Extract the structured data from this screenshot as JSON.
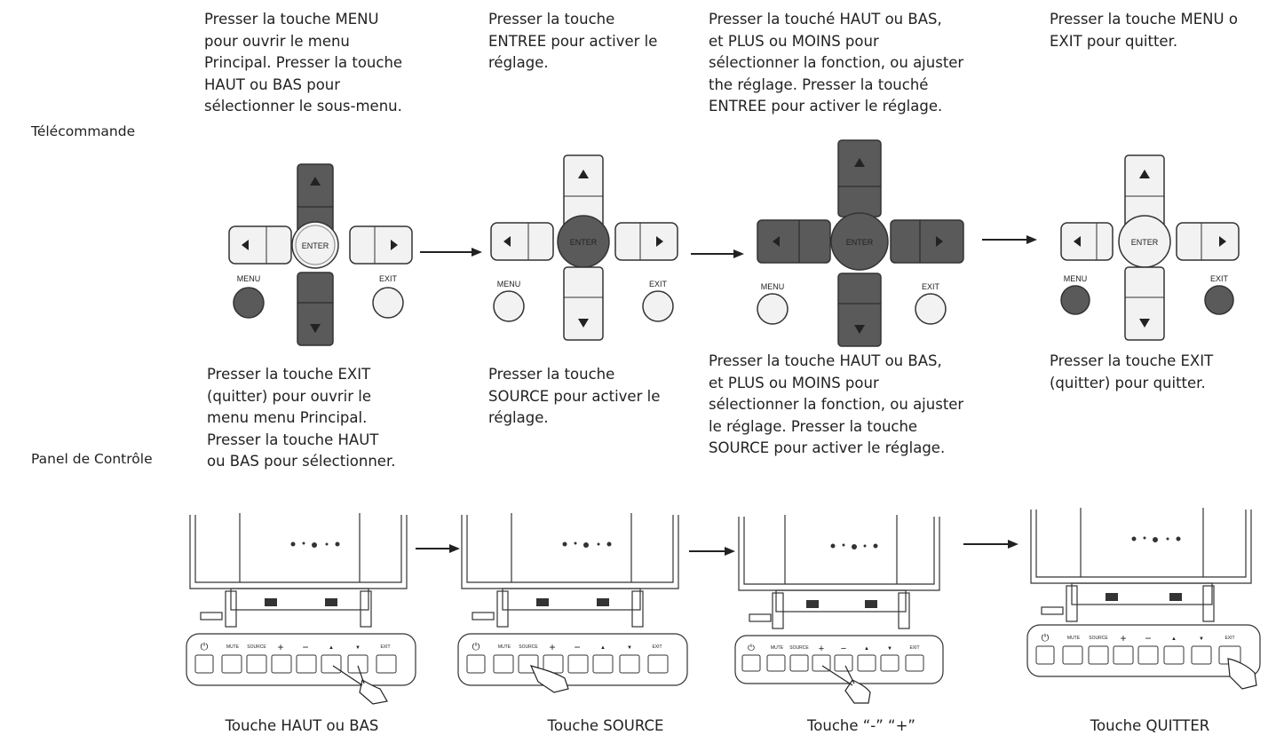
{
  "rows": {
    "remote_label": "Télécommande",
    "panel_label": "Panel de Contrôle"
  },
  "remote": {
    "step1": "Presser la touche MENU\npour ouvrir le menu\nPrincipal. Presser la touche\nHAUT ou BAS pour\nsélectionner le sous-menu.",
    "step2": "Presser la touche\nENTREE pour activer le\nréglage.",
    "step3": "Presser la touché HAUT ou BAS,\net PLUS ou MOINS pour\nsélectionner la fonction, ou ajuster\nthe réglage. Presser la touché\nENTREE pour activer le réglage.",
    "step4": "Presser la touche MENU o\nEXIT pour quitter.",
    "keys": {
      "enter": "ENTER",
      "menu": "MENU",
      "exit": "EXIT"
    }
  },
  "panel": {
    "step1": "Presser la touche EXIT\n(quitter) pour ouvrir le\nmenu menu Principal.\nPresser la touche HAUT\nou BAS pour sélectionner.",
    "step2": "Presser la touche\nSOURCE pour activer le\nréglage.",
    "step3": "Presser la touche HAUT ou BAS,\net PLUS ou MOINS pour\nsélectionner la fonction, ou ajuster\nle réglage. Presser la touche\nSOURCE pour activer le réglage.",
    "step4": "Presser la touche EXIT\n(quitter) pour quitter.",
    "keys": {
      "mute": "MUTE",
      "source": "SOURCE",
      "exit": "EXIT"
    },
    "captions": [
      "Touche HAUT ou BAS",
      "Touche SOURCE",
      "Touche “-” “+”",
      "Touche QUITTER"
    ]
  },
  "colors": {
    "active": "#5a5a5a",
    "inactive": "#f2f2f2",
    "stroke": "#333333"
  }
}
